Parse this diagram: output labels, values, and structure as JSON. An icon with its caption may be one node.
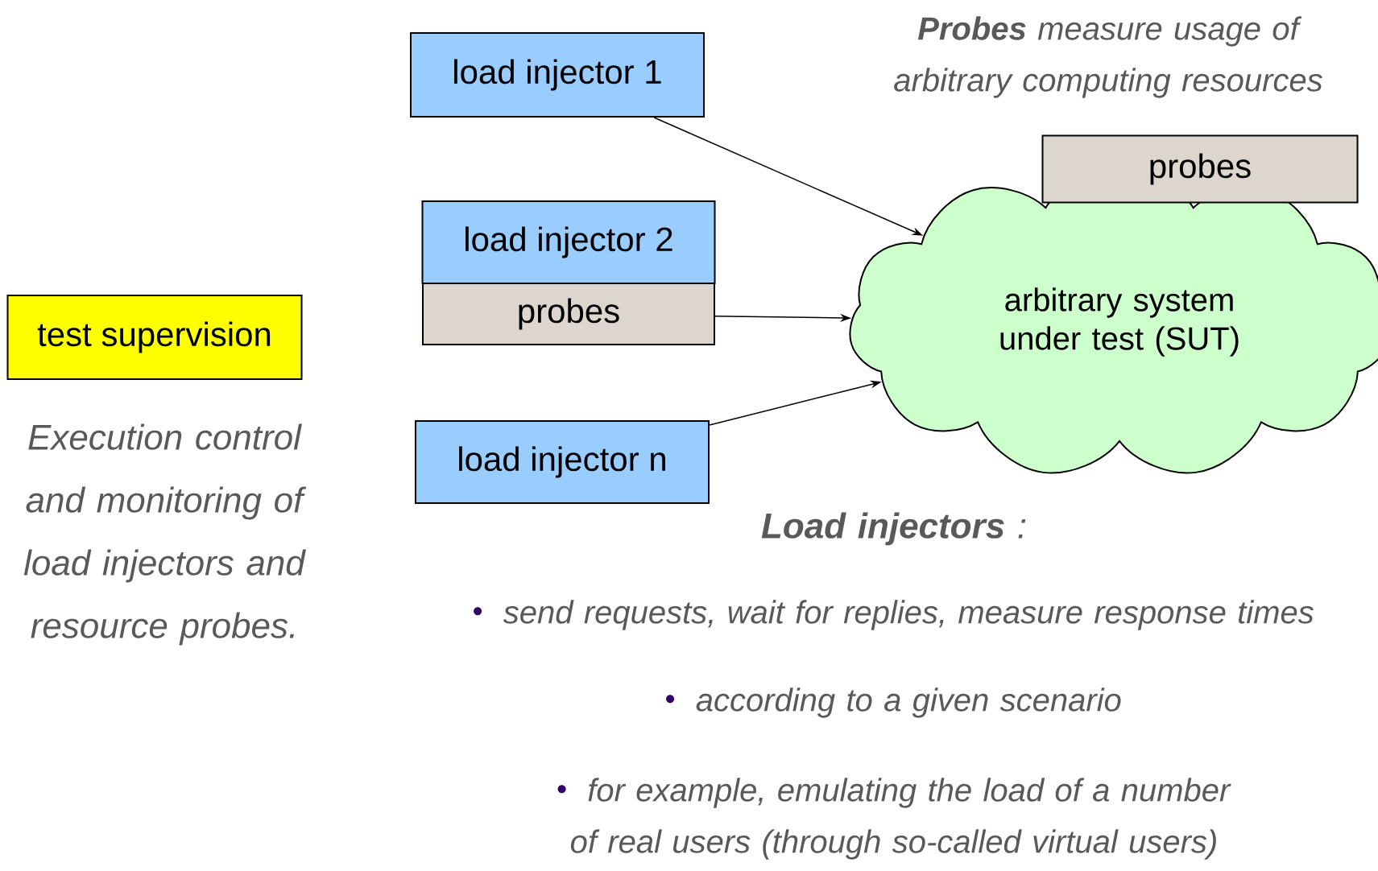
{
  "diagram": {
    "nodes": [
      {
        "text": [
          "test supervision"
        ]
      },
      {
        "text": [
          "load injector 1"
        ]
      },
      {
        "text": [
          "load injector 2"
        ]
      },
      {
        "text": [
          "probes"
        ]
      },
      {
        "text": [
          "load injector n"
        ]
      },
      {
        "text": [
          "arbitrary system under test (SUT)"
        ]
      },
      {
        "text": [
          "probes"
        ]
      }
    ],
    "edges": [
      {
        "from": 1,
        "to": 5,
        "arrow": "to"
      },
      {
        "from": 3,
        "to": 5,
        "arrow": "to"
      },
      {
        "from": 4,
        "to": 5,
        "arrow": "to"
      }
    ],
    "labels": [
      "**Probes** measure usage of arbitrary computing resources",
      "Execution control and monitoring of load injectors and resource probes.",
      "**Load injectors** :",
      "send requests, wait for replies, measure response times",
      "according to a given scenario",
      "for example, emulating the load of a number of real users (through so-called virtual users)"
    ]
  }
}
